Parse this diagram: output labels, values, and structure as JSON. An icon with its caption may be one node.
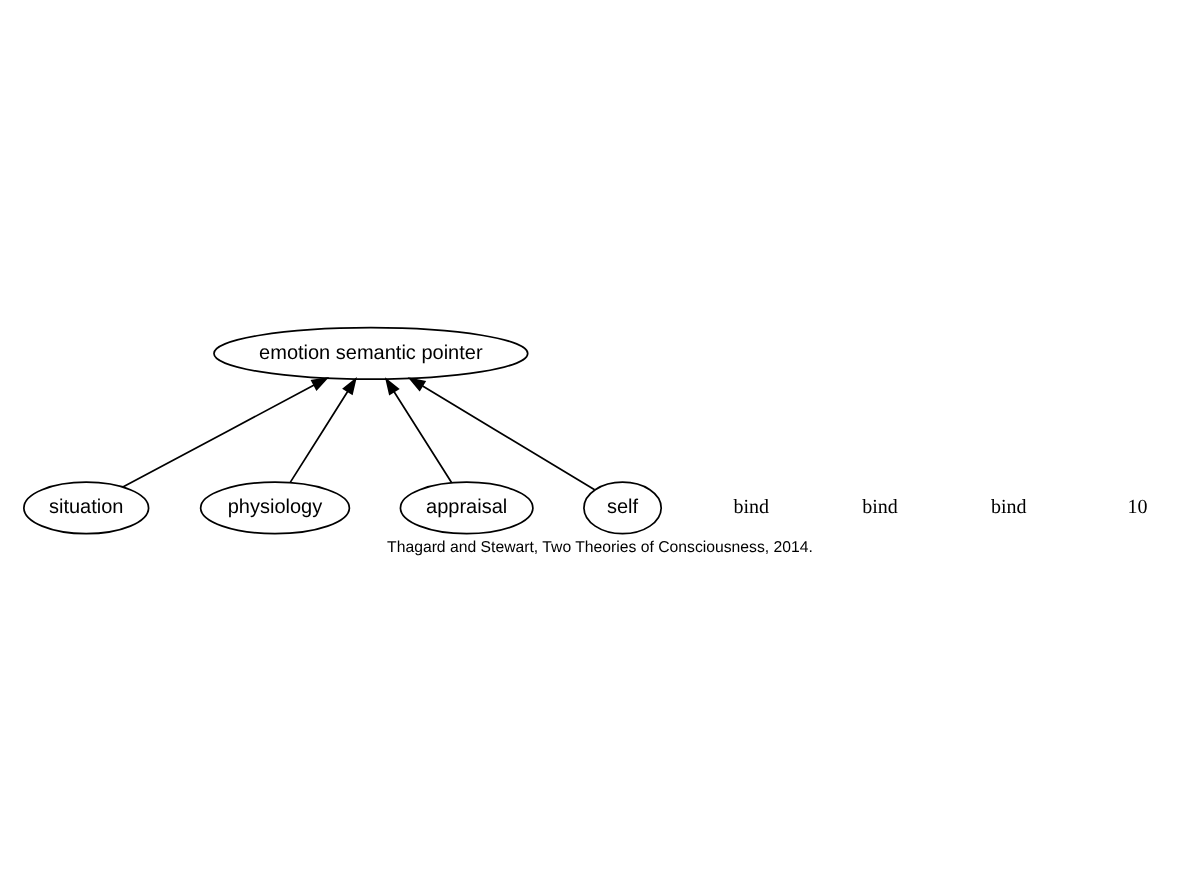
{
  "diagram": {
    "caption": "Thagard and Stewart, Two Theories of Consciousness, 2014.",
    "nodes": [
      {
        "text": [
          "emotion semantic pointer"
        ]
      },
      {
        "text": [
          "situation"
        ]
      },
      {
        "text": [
          "physiology"
        ]
      },
      {
        "text": [
          "appraisal"
        ]
      },
      {
        "text": [
          "self"
        ]
      }
    ],
    "edges": [
      {
        "from": 1,
        "to": 0,
        "arrow": "to"
      },
      {
        "from": 2,
        "to": 0,
        "arrow": "to"
      },
      {
        "from": 3,
        "to": 0,
        "arrow": "to"
      },
      {
        "from": 4,
        "to": 0,
        "arrow": "to"
      }
    ],
    "labels": [
      "bind",
      "bind",
      "bind",
      "10"
    ]
  }
}
